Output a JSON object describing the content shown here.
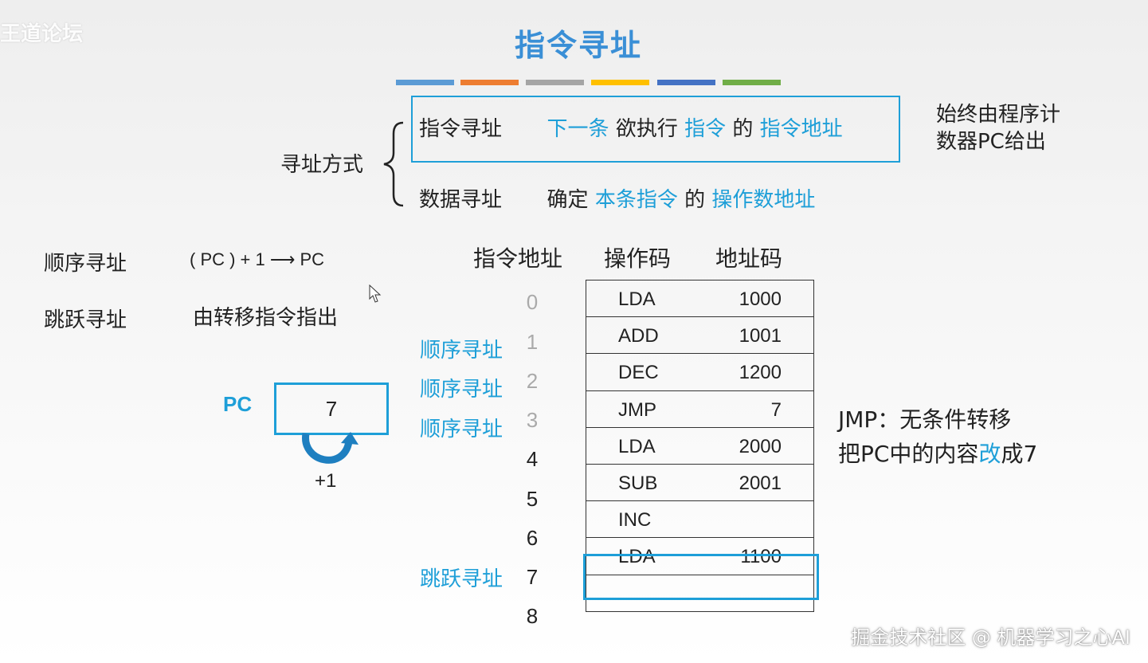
{
  "watermark_top": "王道论坛",
  "title": "指令寻址",
  "stripe_colors": [
    "#5b9bd5",
    "#ed7d31",
    "#a5a5a5",
    "#ffc000",
    "#4472c4",
    "#70ad47"
  ],
  "modes": {
    "label": "寻址方式",
    "instr": {
      "name": "指令寻址",
      "p1": "下一条",
      "p2": "欲执行",
      "p3": "指令",
      "p4": "的",
      "p5": "指令地址"
    },
    "data": {
      "name": "数据寻址",
      "p1": "确定",
      "p2": "本条指令",
      "p3": "的",
      "p4": "操作数地址"
    },
    "note_line1": "始终由程序计",
    "note_line2": "数器PC给出"
  },
  "seq": {
    "label": "顺序寻址",
    "formula": "( PC ) + 1 ⟶ PC"
  },
  "jump": {
    "label": "跳跃寻址",
    "desc": "由转移指令指出"
  },
  "pc": {
    "label": "PC",
    "value": "7",
    "increment": "+1"
  },
  "table": {
    "headers": [
      "指令地址",
      "操作码",
      "地址码"
    ],
    "rows": [
      {
        "addr": "0",
        "op": "LDA",
        "ad": "1000",
        "tag": ""
      },
      {
        "addr": "1",
        "op": "ADD",
        "ad": "1001",
        "tag": "顺序寻址"
      },
      {
        "addr": "2",
        "op": "DEC",
        "ad": "1200",
        "tag": "顺序寻址"
      },
      {
        "addr": "3",
        "op": "JMP",
        "ad": "7",
        "tag": "顺序寻址"
      },
      {
        "addr": "4",
        "op": "LDA",
        "ad": "2000",
        "tag": ""
      },
      {
        "addr": "5",
        "op": "SUB",
        "ad": "2001",
        "tag": ""
      },
      {
        "addr": "6",
        "op": "INC",
        "ad": "",
        "tag": ""
      },
      {
        "addr": "7",
        "op": "LDA",
        "ad": "1100",
        "tag": "跳跃寻址"
      },
      {
        "addr": "8",
        "op": "…",
        "ad": "",
        "tag": ""
      }
    ]
  },
  "jmp_note": {
    "line1": "JMP：无条件转移",
    "line2_a": "把PC中的内容",
    "line2_b": "改",
    "line2_c": "成7"
  },
  "watermark_bottom": "掘金技术社区 @ 机器学习之心AI"
}
